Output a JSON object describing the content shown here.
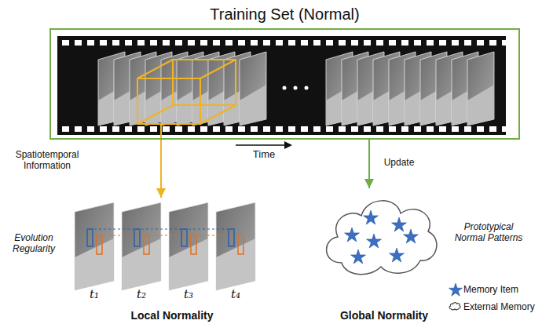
{
  "diagram": {
    "nodes": [
      {
        "text": [
          "Training Set (Normal)"
        ]
      },
      {
        "text": [
          "Local Normality"
        ]
      },
      {
        "text": [
          "Global Normality"
        ]
      }
    ],
    "edges": [
      {
        "from": 0,
        "to": 1,
        "arrow": "to",
        "label": "Spatiotemporal Information"
      },
      {
        "from": 0,
        "to": 2,
        "arrow": "to",
        "label": "Update"
      }
    ],
    "labels": [
      "Time",
      "Evolution Regularity",
      "t₁",
      "t₂",
      "t₃",
      "t₄",
      "Prototypical Normal Patterns"
    ],
    "legend": [
      {
        "text": "Memory Item"
      },
      {
        "text": "External Memory"
      }
    ]
  }
}
